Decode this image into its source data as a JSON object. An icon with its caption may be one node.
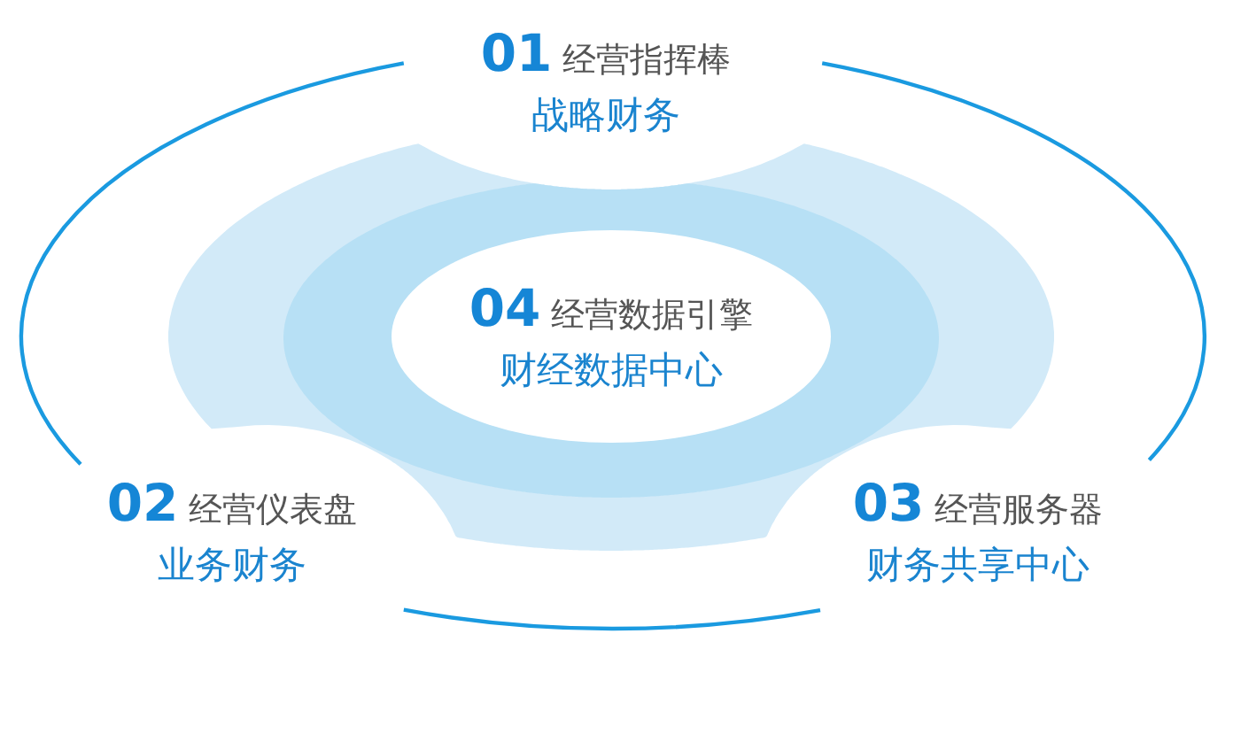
{
  "diagram": {
    "nodes": [
      {
        "text": [
          "01",
          "经营指挥棒",
          "战略财务"
        ]
      },
      {
        "text": [
          "04",
          "经营数据引擎",
          "财经数据中心"
        ]
      },
      {
        "text": [
          "02",
          "经营仪表盘",
          "业务财务"
        ]
      },
      {
        "text": [
          "03",
          "经营服务器",
          "财务共享中心"
        ]
      }
    ],
    "edges": [
      {
        "from": 0,
        "to": 2,
        "arrow": "none"
      },
      {
        "from": 2,
        "to": 3,
        "arrow": "none"
      },
      {
        "from": 3,
        "to": 0,
        "arrow": "none"
      }
    ]
  }
}
